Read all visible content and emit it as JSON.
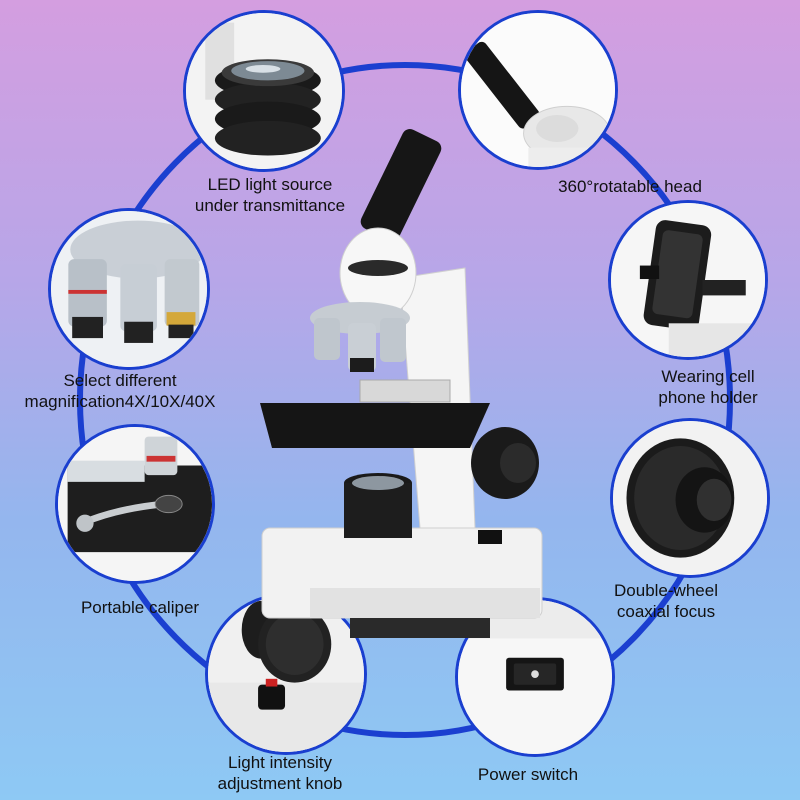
{
  "features": {
    "led": {
      "line1": "LED light source",
      "line2": "under transmittance"
    },
    "head": {
      "line1": "360°rotatable head"
    },
    "magnification": {
      "line1": "Select different",
      "line2": "magnification4X/10X/40X"
    },
    "phone_holder": {
      "line1": "Wearing cell",
      "line2": "phone holder"
    },
    "caliper": {
      "line1": "Portable caliper"
    },
    "focus": {
      "line1": "Double-wheel",
      "line2": "coaxial focus"
    },
    "intensity": {
      "line1": "Light intensity",
      "line2": "adjustment knob"
    },
    "power": {
      "line1": "Power switch"
    }
  },
  "colors": {
    "ring": "#1b3fd0",
    "background_top": "#d49ee0",
    "background_bottom": "#8ec9f4"
  }
}
